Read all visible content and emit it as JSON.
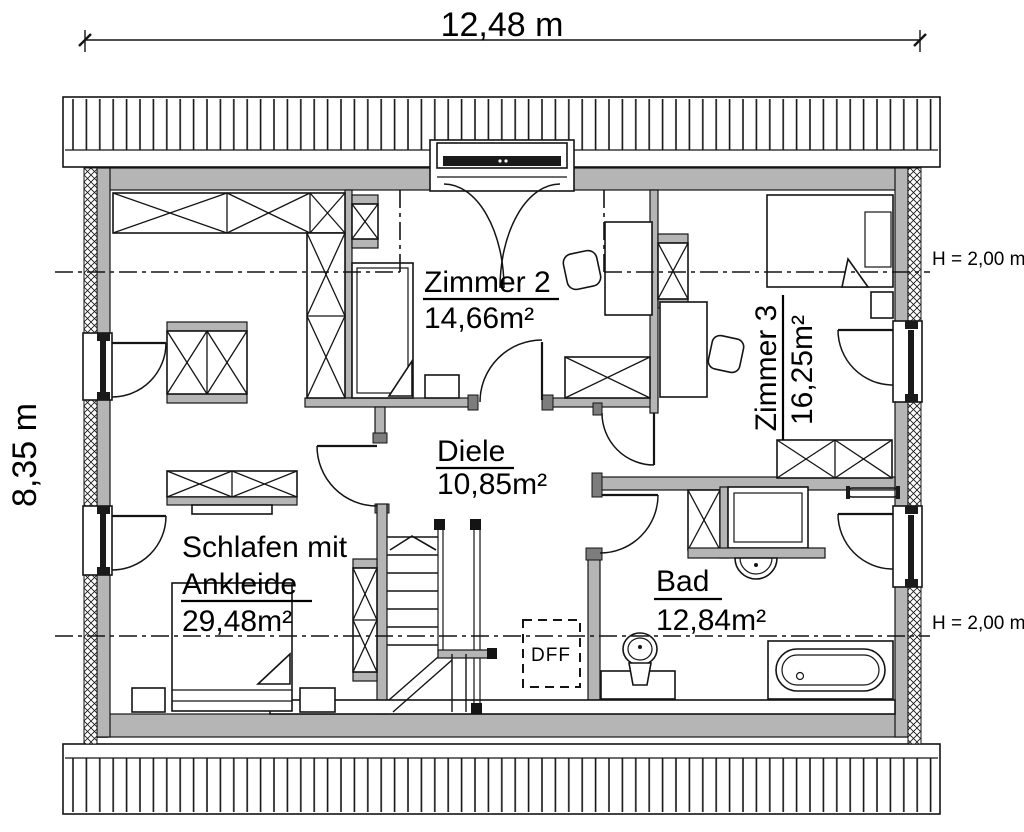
{
  "plan": {
    "dimension_width": "12,48 m",
    "dimension_height": "8,35 m",
    "height_note_top": "H = 2,00 m",
    "height_note_bottom": "H = 2,00 m",
    "roof_window_label": "DFF",
    "rooms": {
      "schlafen": {
        "name_line1": "Schlafen mit",
        "name_line2": "Ankleide",
        "area": "29,48m²"
      },
      "zimmer2": {
        "name": "Zimmer 2",
        "area": "14,66m²"
      },
      "zimmer3": {
        "name": "Zimmer 3",
        "area": "16,25m²"
      },
      "diele": {
        "name": "Diele",
        "area": "10,85m²"
      },
      "bad": {
        "name": "Bad",
        "area": "12,84m²"
      }
    },
    "colors": {
      "wall_fill": "#b5b5b5",
      "line": "#141414",
      "background": "#ffffff"
    }
  }
}
